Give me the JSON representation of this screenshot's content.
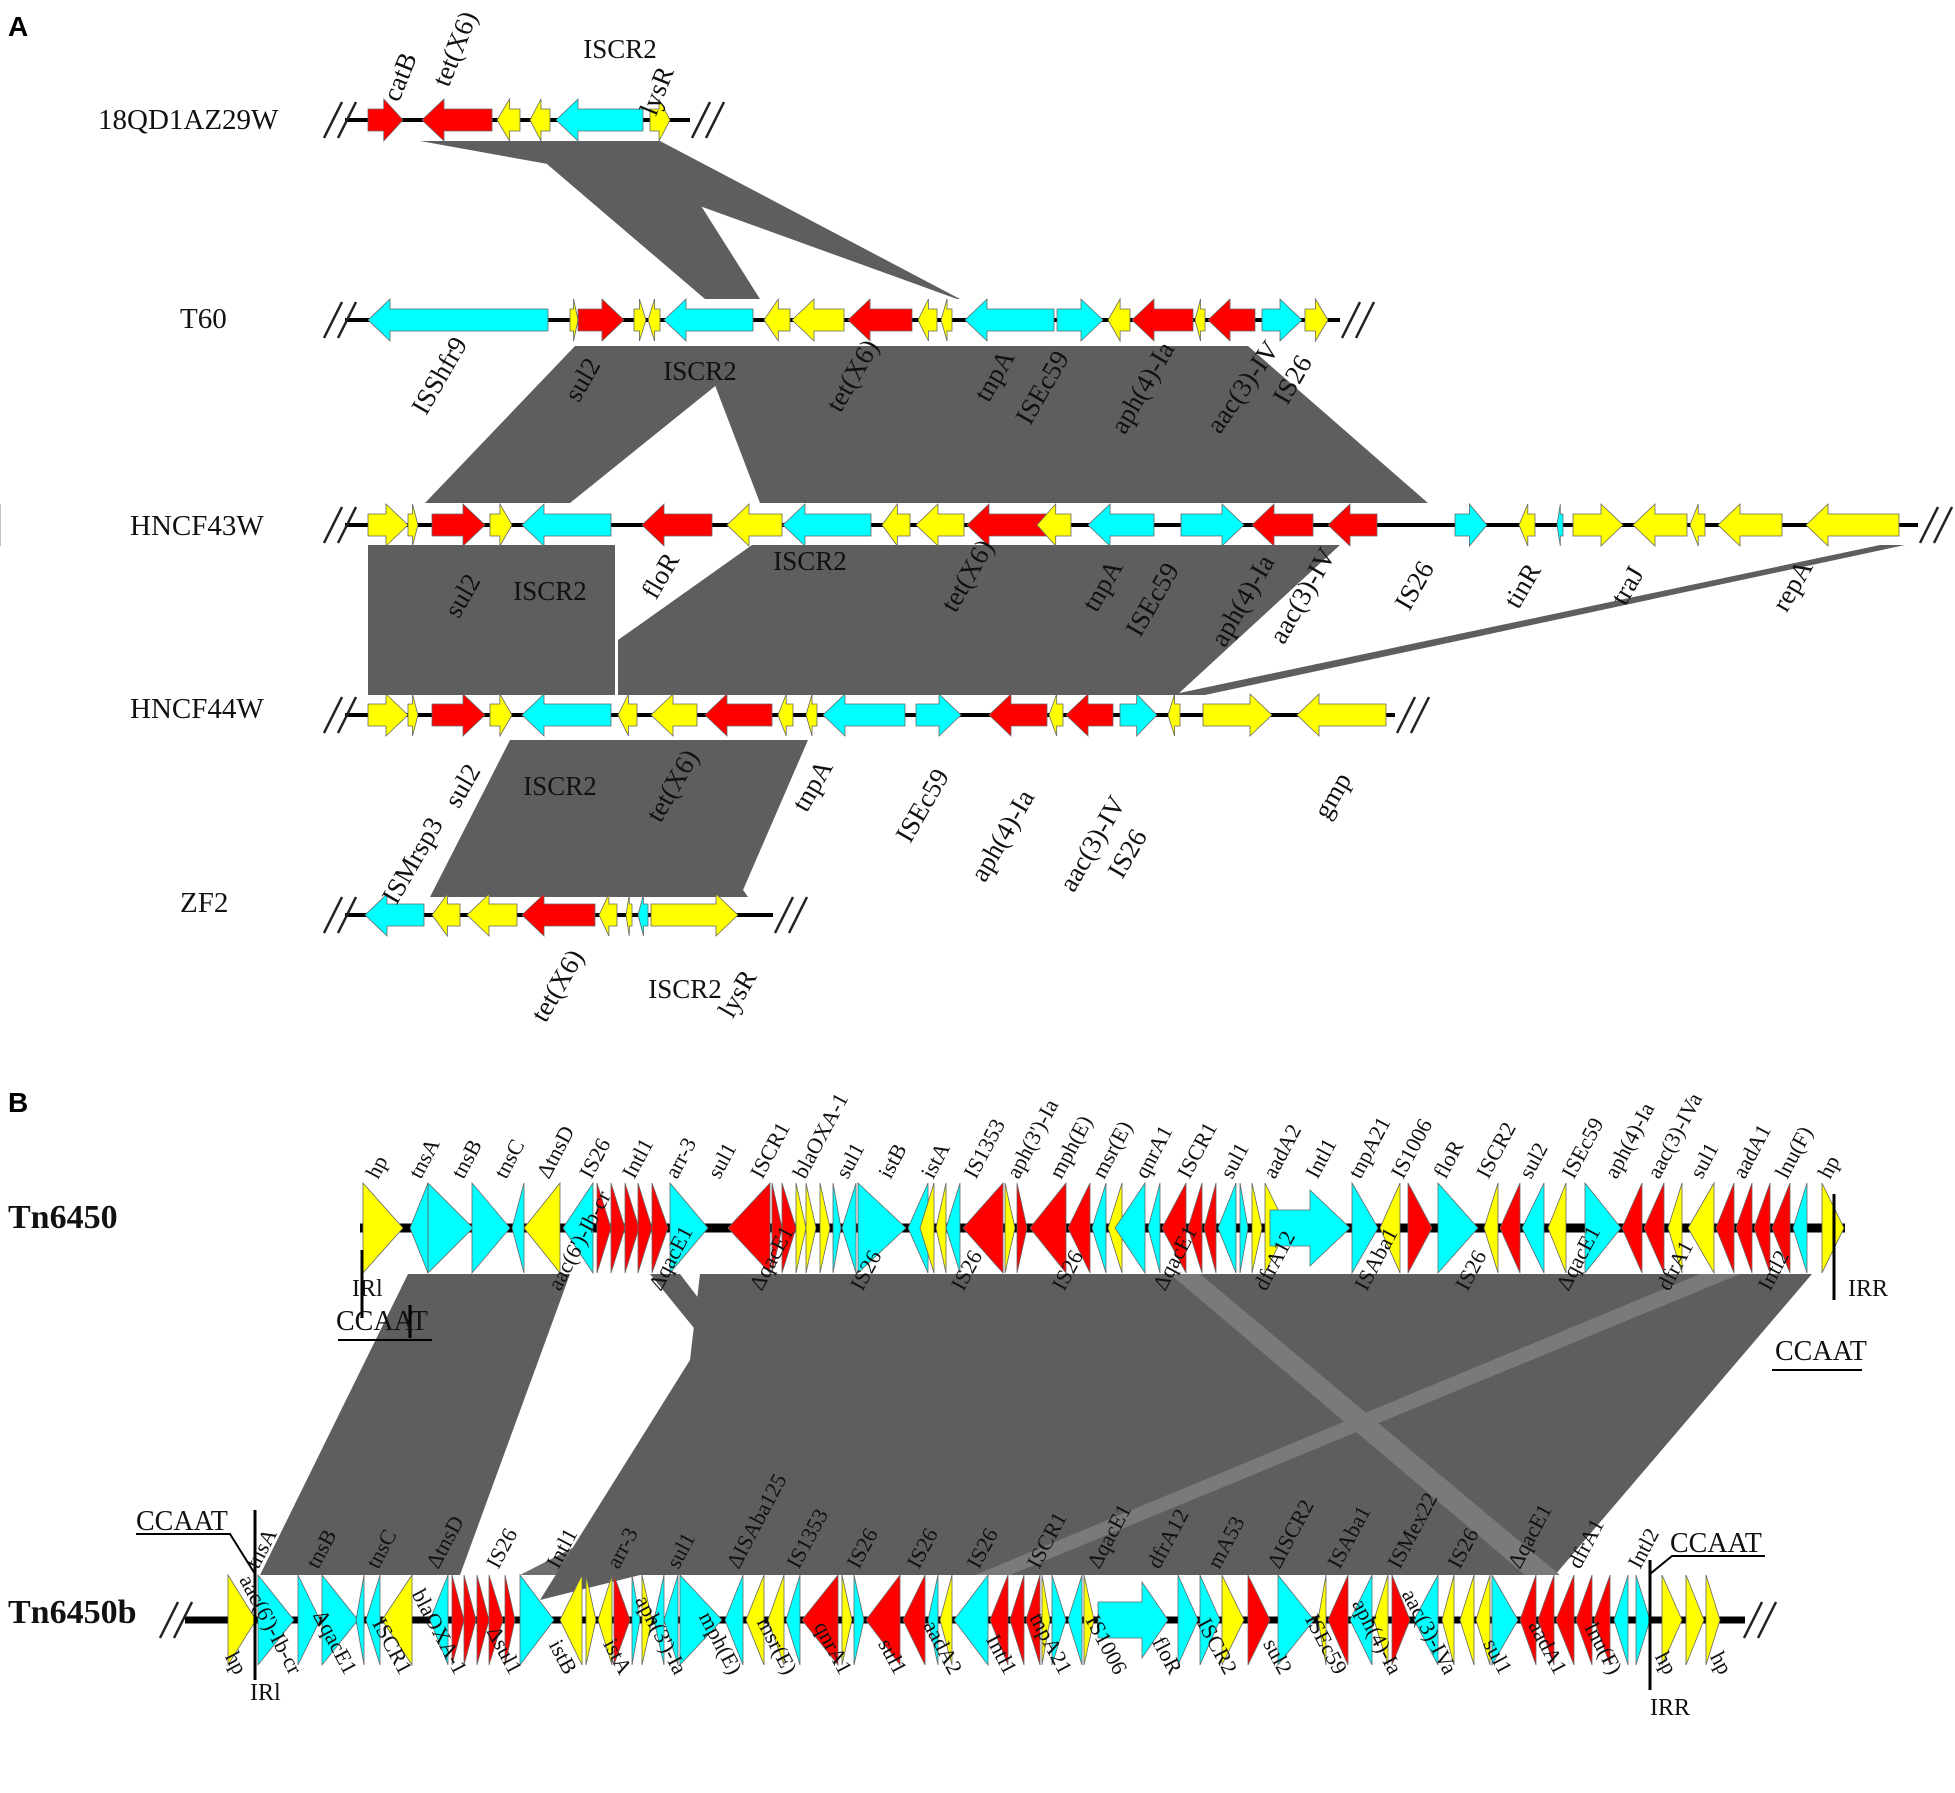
{
  "colors": {
    "resistance": "#ff0000",
    "mobile": "#00ffff",
    "other": "#ffff00",
    "homology": "#5e5e5e",
    "outline": "#666666",
    "backbone": "#000000"
  },
  "panel_a": {
    "letter": "A",
    "tracks": [
      {
        "name": "18QD1AZ29W",
        "genes": [
          {
            "c": "red",
            "d": 1,
            "label": "catB"
          },
          {
            "c": "red",
            "d": -1,
            "label": "tet(X6)"
          },
          {
            "c": "yellow",
            "d": -1,
            "label": ""
          },
          {
            "c": "yellow",
            "d": -1,
            "label": ""
          },
          {
            "c": "cyan",
            "d": -1,
            "label": "ISCR2"
          },
          {
            "c": "yellow",
            "d": 1,
            "label": "lysR"
          }
        ]
      },
      {
        "name": "T60",
        "genes": [
          {
            "c": "cyan",
            "d": -1,
            "label": "ISShfr9"
          },
          {
            "c": "yellow",
            "d": 1,
            "label": ""
          },
          {
            "c": "red",
            "d": 1,
            "label": "sul2"
          },
          {
            "c": "yellow",
            "d": 1,
            "label": ""
          },
          {
            "c": "yellow",
            "d": -1,
            "label": ""
          },
          {
            "c": "cyan",
            "d": -1,
            "label": "ISCR2"
          },
          {
            "c": "yellow",
            "d": -1,
            "label": ""
          },
          {
            "c": "yellow",
            "d": -1,
            "label": ""
          },
          {
            "c": "red",
            "d": -1,
            "label": "tet(X6)"
          },
          {
            "c": "yellow",
            "d": -1,
            "label": ""
          },
          {
            "c": "yellow",
            "d": -1,
            "label": ""
          },
          {
            "c": "cyan",
            "d": -1,
            "label": "tnpA"
          },
          {
            "c": "cyan",
            "d": 1,
            "label": "ISEc59"
          },
          {
            "c": "yellow",
            "d": -1,
            "label": ""
          },
          {
            "c": "red",
            "d": -1,
            "label": "aph(4)-Ia"
          },
          {
            "c": "yellow",
            "d": -1,
            "label": ""
          },
          {
            "c": "red",
            "d": -1,
            "label": "aac(3)-IV"
          },
          {
            "c": "cyan",
            "d": 1,
            "label": "IS26"
          },
          {
            "c": "yellow",
            "d": 1,
            "label": ""
          }
        ]
      },
      {
        "name": "HNCF43W",
        "genes": [
          {
            "c": "yellow",
            "d": 1,
            "label": ""
          },
          {
            "c": "yellow",
            "d": 1,
            "label": ""
          },
          {
            "c": "red",
            "d": 1,
            "label": "sul2"
          },
          {
            "c": "yellow",
            "d": 1,
            "label": ""
          },
          {
            "c": "cyan",
            "d": -1,
            "label": "ISCR2"
          },
          {
            "c": "red",
            "d": -1,
            "label": "floR"
          },
          {
            "c": "yellow",
            "d": -1,
            "label": ""
          },
          {
            "c": "cyan",
            "d": -1,
            "label": "ISCR2"
          },
          {
            "c": "yellow",
            "d": -1,
            "label": ""
          },
          {
            "c": "yellow",
            "d": -1,
            "label": ""
          },
          {
            "c": "red",
            "d": -1,
            "label": "tet(X6)"
          },
          {
            "c": "yellow",
            "d": -1,
            "label": ""
          },
          {
            "c": "cyan",
            "d": -1,
            "label": "tnpA"
          },
          {
            "c": "cyan",
            "d": 1,
            "label": "ISEc59"
          },
          {
            "c": "red",
            "d": -1,
            "label": "aph(4)-Ia"
          },
          {
            "c": "red",
            "d": -1,
            "label": "aac(3)-IV"
          },
          {
            "c": "cyan",
            "d": 1,
            "label": "IS26"
          },
          {
            "c": "yellow",
            "d": -1,
            "label": "tinR"
          },
          {
            "c": "cyan",
            "d": -1,
            "label": "traJ"
          },
          {
            "c": "yellow",
            "d": 1,
            "label": ""
          },
          {
            "c": "yellow",
            "d": -1,
            "label": ""
          },
          {
            "c": "yellow",
            "d": -1,
            "label": "repA"
          },
          {
            "c": "yellow",
            "d": -1,
            "label": ""
          },
          {
            "c": "yellow",
            "d": -1,
            "label": ""
          },
          {
            "c": "yellow",
            "d": -1,
            "label": "gmp"
          }
        ]
      },
      {
        "name": "HNCF44W",
        "genes": [
          {
            "c": "yellow",
            "d": 1,
            "label": ""
          },
          {
            "c": "yellow",
            "d": 1,
            "label": ""
          },
          {
            "c": "red",
            "d": 1,
            "label": "sul2"
          },
          {
            "c": "yellow",
            "d": 1,
            "label": ""
          },
          {
            "c": "cyan",
            "d": -1,
            "label": "ISCR2"
          },
          {
            "c": "yellow",
            "d": -1,
            "label": ""
          },
          {
            "c": "yellow",
            "d": -1,
            "label": ""
          },
          {
            "c": "red",
            "d": -1,
            "label": "tet(X6)"
          },
          {
            "c": "yellow",
            "d": -1,
            "label": ""
          },
          {
            "c": "yellow",
            "d": -1,
            "label": ""
          },
          {
            "c": "cyan",
            "d": -1,
            "label": "tnpA"
          },
          {
            "c": "cyan",
            "d": 1,
            "label": "ISEc59"
          },
          {
            "c": "red",
            "d": -1,
            "label": "aph(4)-Ia"
          },
          {
            "c": "yellow",
            "d": -1,
            "label": ""
          },
          {
            "c": "red",
            "d": -1,
            "label": "aac(3)-IV"
          },
          {
            "c": "cyan",
            "d": 1,
            "label": "IS26"
          },
          {
            "c": "yellow",
            "d": -1,
            "label": ""
          },
          {
            "c": "yellow",
            "d": 1,
            "label": ""
          },
          {
            "c": "yellow",
            "d": -1,
            "label": "gmp"
          }
        ]
      },
      {
        "name": "ZF2",
        "genes": [
          {
            "c": "cyan",
            "d": -1,
            "label": "ISMrsp3"
          },
          {
            "c": "yellow",
            "d": -1,
            "label": ""
          },
          {
            "c": "yellow",
            "d": -1,
            "label": ""
          },
          {
            "c": "red",
            "d": -1,
            "label": "tet(X6)"
          },
          {
            "c": "yellow",
            "d": -1,
            "label": ""
          },
          {
            "c": "yellow",
            "d": -1,
            "label": ""
          },
          {
            "c": "cyan",
            "d": -1,
            "label": "ISCR2"
          },
          {
            "c": "yellow",
            "d": 1,
            "label": "lysR"
          }
        ]
      }
    ]
  },
  "panel_b": {
    "letter": "B",
    "tracks": [
      {
        "name": "Tn6450",
        "above_labels": [
          "hp",
          "tnsA",
          "tnsB",
          "tnsC",
          "ΔtnsD",
          "IS26",
          "Intl1",
          "arr-3",
          "sul1",
          "ISCR1",
          "blaOXA-1",
          "sul1",
          "istB",
          "istA",
          "IS1353",
          "aph(3')-Ia",
          "mph(E)",
          "msr(E)",
          "qnrA1",
          "ISCR1",
          "sul1",
          "aadA2",
          "Intl1",
          "tnpA21",
          "IS1006",
          "floR",
          "ISCR2",
          "sul2",
          "ISEc59",
          "aph(4)-Ia",
          "aac(3)-IVa",
          "sul1",
          "aadA1",
          "lnu(F)",
          "hp"
        ],
        "below_labels": [
          "aac(6')-Ib-cr",
          "ΔqacE1",
          "ΔqacE1",
          "IS26",
          "IS26",
          "IS26",
          "ΔqacE1",
          "dfrA12",
          "ISAba1",
          "IS26",
          "ΔqacE1",
          "dfrA1",
          "Intl2"
        ],
        "markers": [
          "IRl",
          "IRR",
          "CCAAT",
          "CCAAT"
        ]
      },
      {
        "name": "Tn6450b",
        "above_labels": [
          "tnsA",
          "tnsB",
          "tnsC",
          "ΔtnsD",
          "IS26",
          "Intl1",
          "arr-3",
          "sul1",
          "ΔISAba125",
          "IS1353",
          "IS26",
          "IS26",
          "IS26",
          "ISCR1",
          "ΔqacE1",
          "dfrA12",
          "mA53",
          "ΔISCR2",
          "ISAba1",
          "ISMex22",
          "IS26",
          "ΔqacE1",
          "dfrA1",
          "Intl2"
        ],
        "below_labels": [
          "hp",
          "aac(6')-Ib-cr",
          "ΔqacE1",
          "ISCR1",
          "blaOXA-1",
          "Δsul1",
          "istB",
          "istA",
          "aph(3')-Ia",
          "mph(E)",
          "msr(E)",
          "qnrA1",
          "sul1",
          "aadA2",
          "Intl1",
          "tnpA21",
          "IS1006",
          "floR",
          "ISCR2",
          "sul2",
          "ISEc59",
          "aph(4)-Ia",
          "aac(3)-IVa",
          "sul1",
          "aadA1",
          "lnu(F)",
          "hp",
          "hp"
        ],
        "markers": [
          "IRl",
          "IRR",
          "CCAAT",
          "CCAAT"
        ]
      }
    ]
  }
}
